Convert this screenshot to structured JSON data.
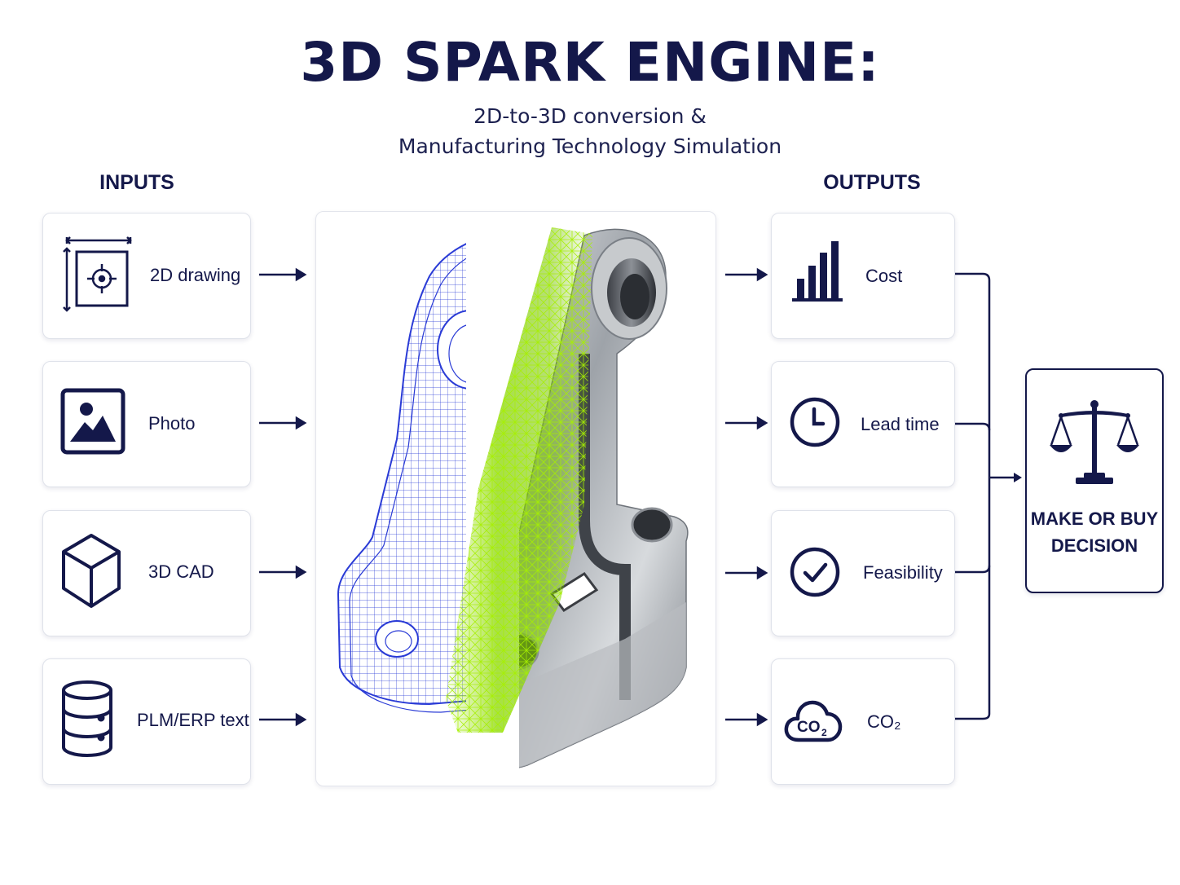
{
  "header": {
    "title": "3D SPARK ENGINE:",
    "subtitle_line1": "2D-to-3D conversion &",
    "subtitle_line2": "Manufacturing Technology Simulation"
  },
  "inputs": {
    "heading": "INPUTS",
    "items": [
      {
        "label": "2D drawing",
        "icon": "drawing-icon"
      },
      {
        "label": "Photo",
        "icon": "photo-icon"
      },
      {
        "label": "3D CAD",
        "icon": "cube-icon"
      },
      {
        "label": "PLM/ERP text",
        "icon": "database-icon"
      }
    ]
  },
  "outputs": {
    "heading": "OUTPUTS",
    "items": [
      {
        "label": "Cost",
        "icon": "bar-chart-icon"
      },
      {
        "label": "Lead time",
        "icon": "clock-icon"
      },
      {
        "label": "Feasibility",
        "icon": "check-circle-icon"
      },
      {
        "label": "CO₂",
        "icon": "co2-cloud-icon"
      }
    ]
  },
  "decision": {
    "line1": "MAKE OR BUY",
    "line2": "DECISION",
    "icon": "scales-icon"
  },
  "colors": {
    "navy": "#14184a",
    "mesh_blue": "#2a3bd6",
    "mesh_green": "#8fe000",
    "metal": "#a9adb3"
  }
}
